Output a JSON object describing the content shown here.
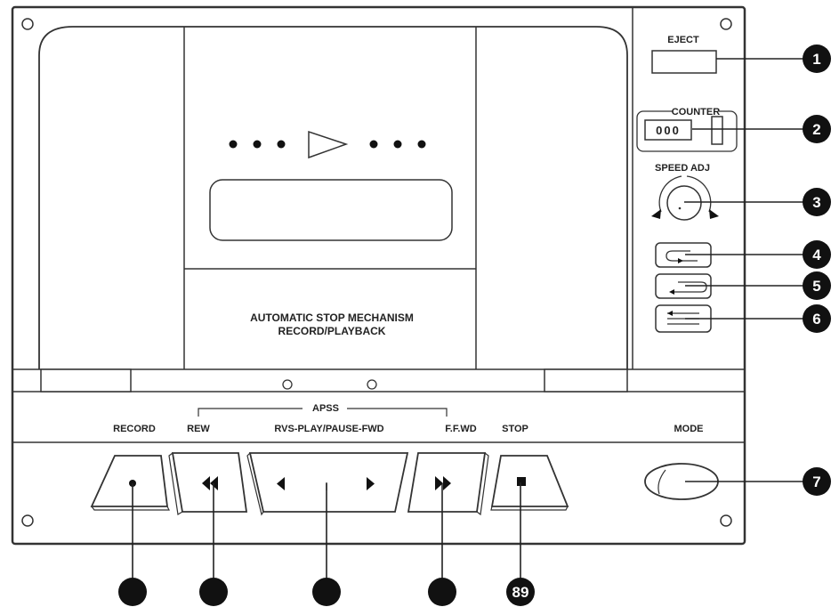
{
  "labels": {
    "eject": "EJECT",
    "counter": "COUNTER",
    "counter_value": "000",
    "speed_adj": "SPEED ADJ",
    "auto_stop_line1": "AUTOMATIC STOP MECHANISM",
    "auto_stop_line2": "RECORD/PLAYBACK",
    "apss": "APSS",
    "record": "RECORD",
    "rew": "REW",
    "rvs_play": "RVS-PLAY/PAUSE-FWD",
    "ffwd": "F.F.WD",
    "stop": "STOP",
    "mode": "MODE"
  },
  "callouts": {
    "c1": "1",
    "c2": "2",
    "c3": "3",
    "c4": "4",
    "c5": "5",
    "c6": "6",
    "c7": "7",
    "c89": "89"
  },
  "icons": {
    "record": "record-dot-icon",
    "rew": "rewind-icon",
    "rvs": "reverse-play-icon",
    "fwd": "forward-play-icon",
    "ffwd": "fast-forward-icon",
    "stop": "stop-square-icon",
    "speed": "rotate-knob-icon"
  },
  "colors": {
    "line": "#333333",
    "callout_fill": "#111111",
    "background": "#ffffff"
  }
}
